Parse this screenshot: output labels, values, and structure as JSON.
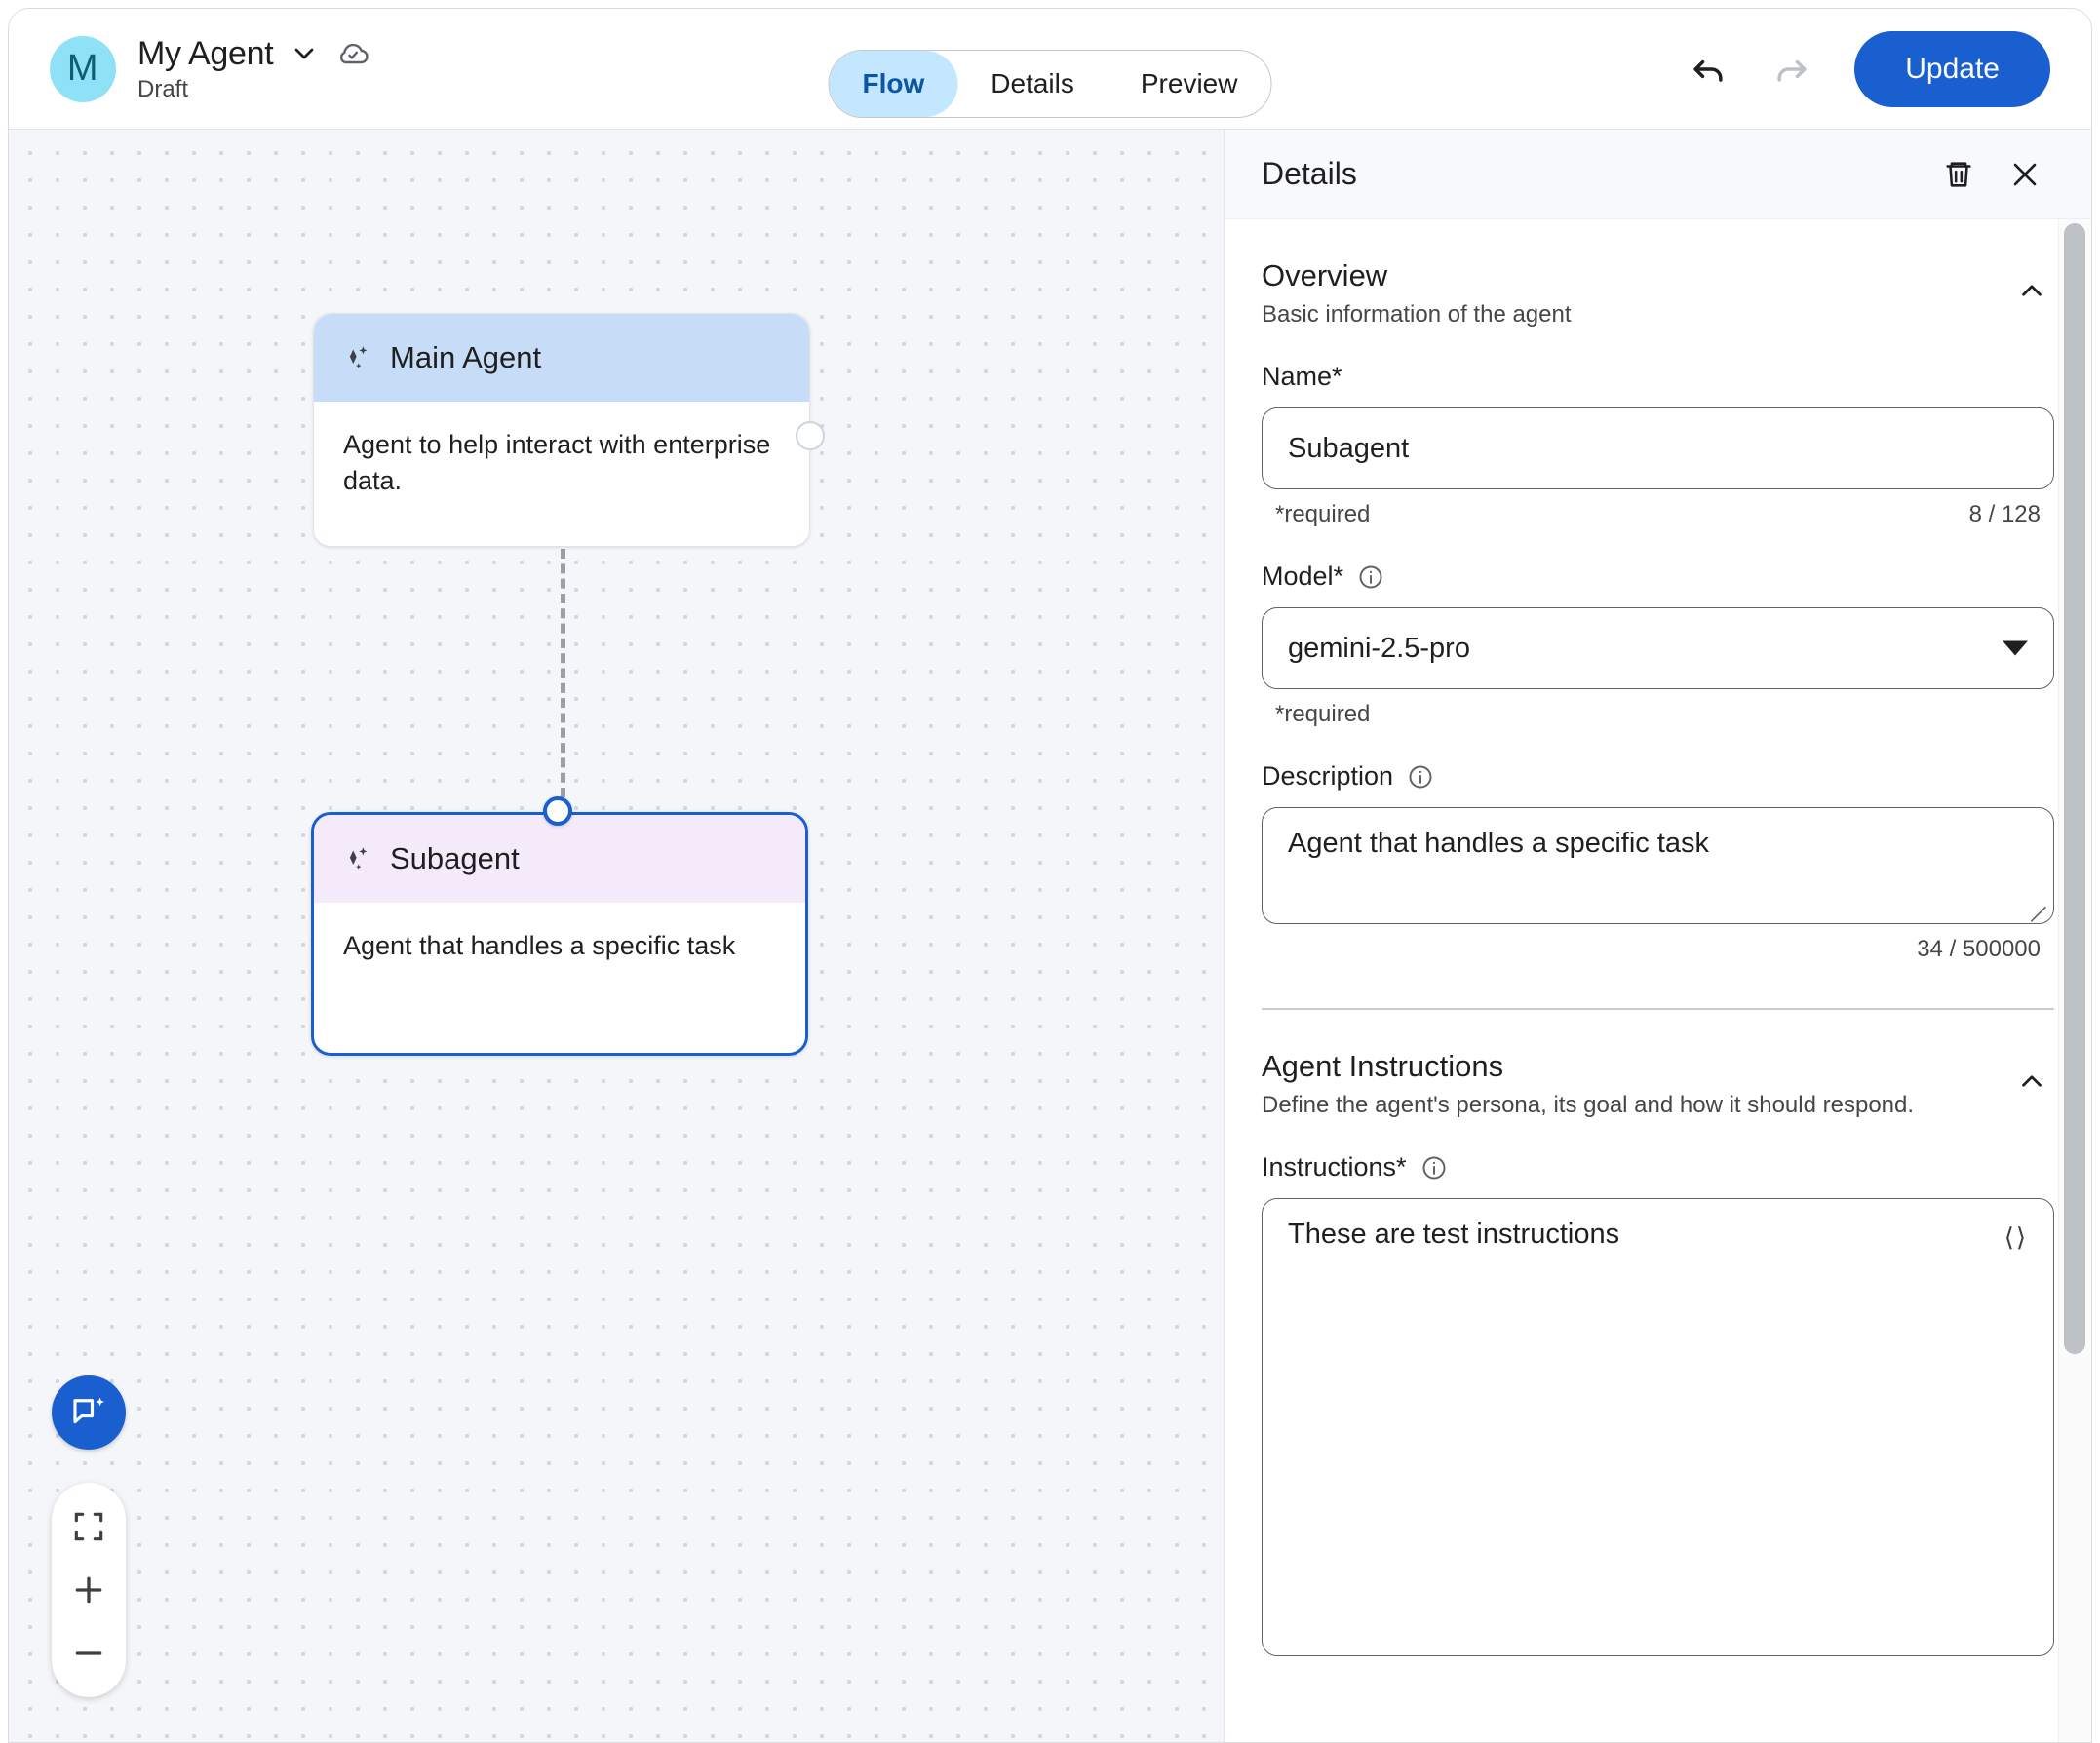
{
  "header": {
    "avatar_initial": "M",
    "app_title": "My Agent",
    "app_status": "Draft",
    "title_dropdown_icon": "chevron-down-icon",
    "cloud_saved_icon": "cloud-check-icon",
    "tabs": [
      {
        "label": "Flow",
        "active": true
      },
      {
        "label": "Details",
        "active": false
      },
      {
        "label": "Preview",
        "active": false
      }
    ],
    "undo_icon": "undo-icon",
    "redo_icon": "redo-icon",
    "update_label": "Update",
    "accent_color": "#1a5fd0",
    "active_tab_bg": "#c2e7ff",
    "active_tab_color": "#0b57a4"
  },
  "canvas": {
    "nodes": [
      {
        "title": "Main Agent",
        "description": "Agent to help interact with enterprise data.",
        "header_color": "#c7dcf7",
        "selected": false,
        "icon": "sparkle-icon"
      },
      {
        "title": "Subagent",
        "description": "Agent that handles a specific task",
        "header_color": "#f5eaf9",
        "selected": true,
        "icon": "sparkle-icon"
      }
    ],
    "edge_style": "dashed",
    "controls": {
      "assistant_icon": "chat-sparkle-icon",
      "fit_screen_icon": "fit-screen-icon",
      "zoom_in_icon": "plus-icon",
      "zoom_out_icon": "minus-icon"
    }
  },
  "panel": {
    "title": "Details",
    "delete_icon": "trash-icon",
    "close_icon": "close-icon",
    "sections": [
      {
        "title": "Overview",
        "subtitle": "Basic information of the agent",
        "collapse_icon": "chevron-up-icon",
        "expanded": true
      },
      {
        "title": "Agent Instructions",
        "subtitle": "Define the agent's persona, its goal and how it should respond.",
        "collapse_icon": "chevron-up-icon",
        "expanded": true
      }
    ],
    "name_field": {
      "label": "Name*",
      "value": "Subagent",
      "required_hint": "*required",
      "counter": "8 / 128"
    },
    "model_field": {
      "label": "Model*",
      "info_icon": "info-icon",
      "value": "gemini-2.5-pro",
      "dropdown_icon": "chevron-down-icon",
      "required_hint": "*required"
    },
    "description_field": {
      "label": "Description",
      "info_icon": "info-icon",
      "value": "Agent that handles a specific task",
      "counter": "34 / 500000"
    },
    "instructions_field": {
      "label": "Instructions*",
      "info_icon": "info-icon",
      "value": "These are test instructions",
      "code_icon": "code-brackets-icon"
    }
  }
}
